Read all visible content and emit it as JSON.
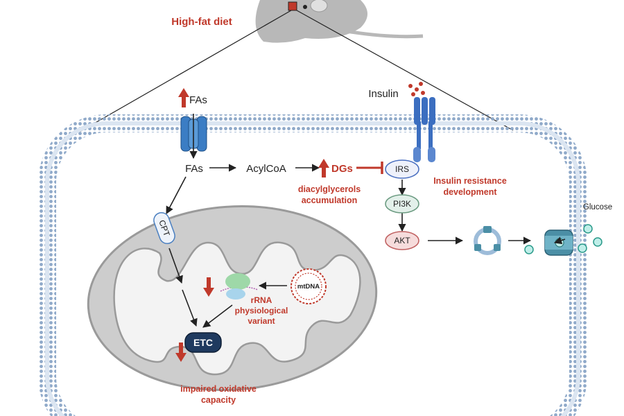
{
  "labels": {
    "high_fat_diet": "High-fat diet",
    "fas_top": "FAs",
    "fas_inner": "FAs",
    "acylcoa": "AcylCoA",
    "dgs": "DGs",
    "dag_line1": "diacylglycerols",
    "dag_line2": "accumulation",
    "insulin": "Insulin",
    "irs": "IRS",
    "pi3k": "PI3K",
    "akt": "AKT",
    "ir_line1": "Insulin resistance",
    "ir_line2": "development",
    "glucose": "Glucose",
    "cpt": "CPT",
    "mtdna": "mtDNA",
    "rrna_line1": "rRNA",
    "rrna_line2": "physiological",
    "rrna_line3": "variant",
    "etc": "ETC",
    "iox_line1": "impaired oxidative",
    "iox_line2": "capacity"
  },
  "colors": {
    "red_accent": "#c0392b",
    "membrane_blue": "#8fa9c9",
    "channel_blue": "#3b7dc4",
    "etc_navy": "#1f3a5f",
    "mito_gray": "#c9c9c9"
  }
}
